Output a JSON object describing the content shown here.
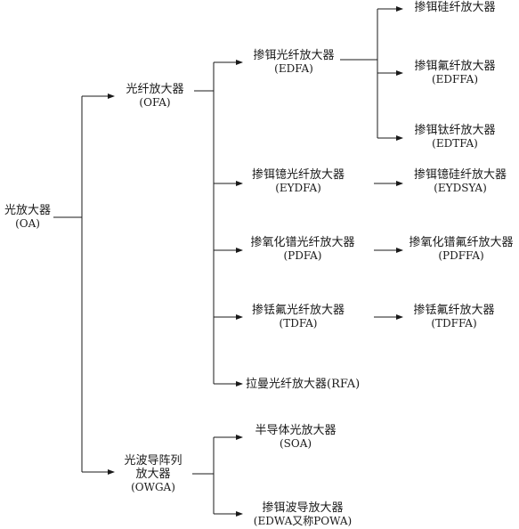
{
  "nodes": {
    "oa": {
      "zh": "光放大器",
      "en": "(OA)"
    },
    "ofa": {
      "zh": "光纤放大器",
      "en": "(OFA)"
    },
    "owga": {
      "zh": "光波导阵列",
      "zh2": "放大器",
      "en": "(OWGA)"
    },
    "edfa": {
      "zh": "掺铒光纤放大器",
      "en": "(EDFA)"
    },
    "eydfa": {
      "zh": "掺铒镱光纤放大器",
      "en": "(EYDFA)"
    },
    "pdfa": {
      "zh": "掺氧化镨光纤放大器",
      "en": "(PDFA)"
    },
    "tdfa": {
      "zh": "掺铥氟光纤放大器",
      "en": "(TDFA)"
    },
    "rfa": {
      "zh": "拉曼光纤放大器(RFA)"
    },
    "soa": {
      "zh": "半导体光放大器",
      "en": "(SOA)"
    },
    "edwa": {
      "zh": "掺铒波导放大器",
      "en": "(EDWA又称POWA)"
    },
    "edsfa": {
      "zh": "掺铒硅纤放大器"
    },
    "edffa": {
      "zh": "掺铒氟纤放大器",
      "en": "(EDFFA)"
    },
    "edtfa": {
      "zh": "掺铒钛纤放大器",
      "en": "(EDTFA)"
    },
    "eydsya": {
      "zh": "掺铒镱硅纤放大器",
      "en": "(EYDSYA)"
    },
    "pdffa": {
      "zh": "掺氧化镨氟纤放大器",
      "en": "(PDFFA)"
    },
    "tdffa": {
      "zh": "掺铥氟纤放大器",
      "en": "(TDFFA)"
    }
  },
  "colors": {
    "line": "#1a1a1a",
    "text": "#1a1a1a",
    "background": "#ffffff"
  }
}
